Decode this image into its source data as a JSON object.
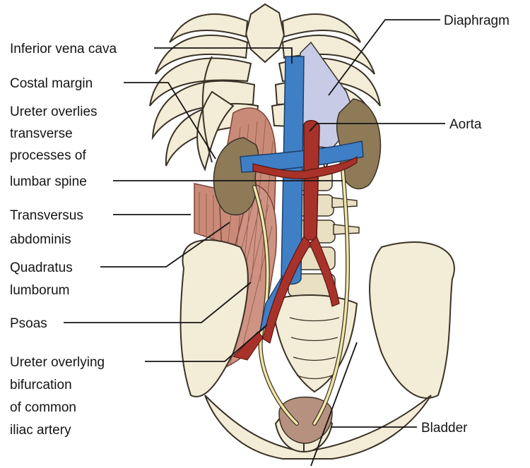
{
  "labels": {
    "ivc": "Inferior vena cava",
    "costal": "Costal margin",
    "ureter_spine": [
      "Ureter overlies",
      "transverse",
      "processes of",
      "lumbar spine"
    ],
    "transversus": [
      "Transversus",
      "abdominis"
    ],
    "quadratus": [
      "Quadratus",
      "lumborum"
    ],
    "psoas": "Psoas",
    "ureter_iliac": [
      "Ureter overlying",
      "bifurcation",
      "of common",
      "iliac artery"
    ],
    "diaphragm": "Diaphragm",
    "aorta": "Aorta",
    "bladder": "Bladder"
  },
  "colors": {
    "bone": "#f3ecd6",
    "bone_shadow": "#e2d8b8",
    "outline": "#3a3226",
    "vein": "#3f7fc6",
    "artery": "#a8322a",
    "kidney": "#8e7a57",
    "muscle": "#c98a78",
    "diaphragm": "#c7cbe6",
    "ureter": "#f1e7a8",
    "bladder": "#b79180"
  }
}
